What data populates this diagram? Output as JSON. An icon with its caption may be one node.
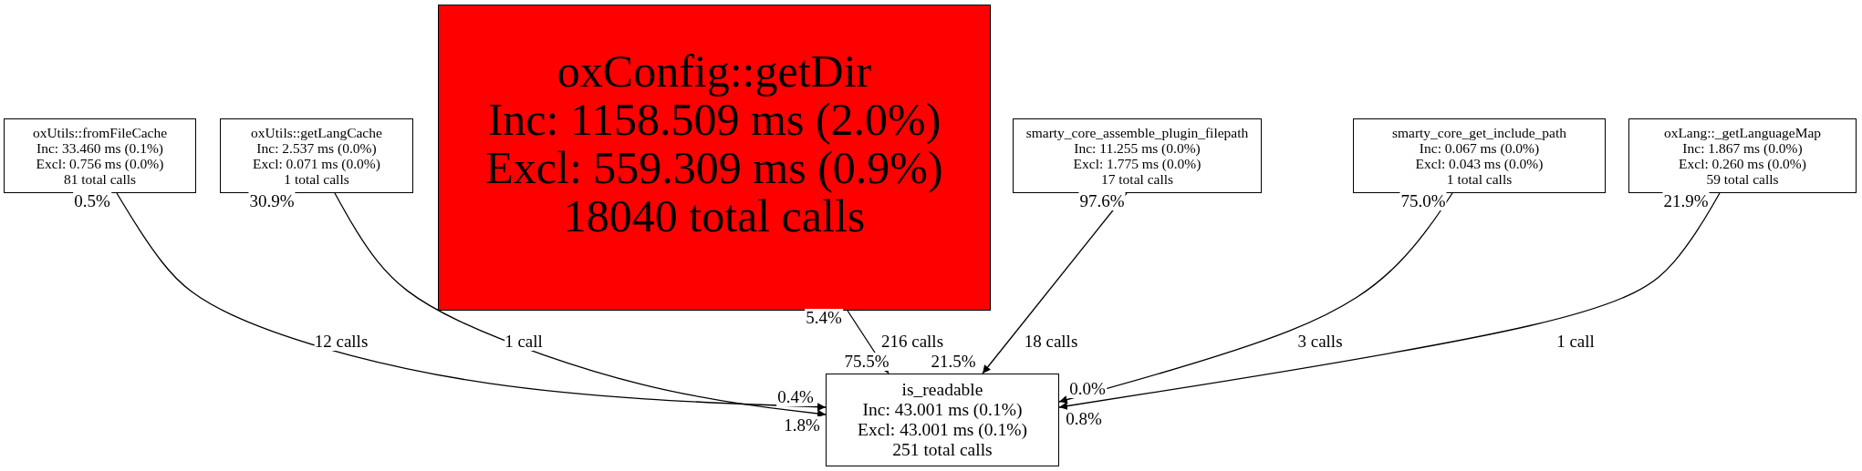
{
  "diagram": {
    "nodes": [
      {
        "text": [
          "oxUtils::fromFileCache",
          "Inc: 33.460 ms (0.1%)",
          "Excl: 0.756 ms (0.0%)",
          "81 total calls"
        ]
      },
      {
        "text": [
          "oxUtils::getLangCache",
          "Inc: 2.537 ms (0.0%)",
          "Excl: 0.071 ms (0.0%)",
          "1 total calls"
        ]
      },
      {
        "text": [
          "oxConfig::getDir",
          "Inc: 1158.509 ms (2.0%)",
          "Excl: 559.309 ms (0.9%)",
          "18040 total calls"
        ]
      },
      {
        "text": [
          "smarty_core_assemble_plugin_filepath",
          "Inc: 11.255 ms (0.0%)",
          "Excl: 1.775 ms (0.0%)",
          "17 total calls"
        ]
      },
      {
        "text": [
          "smarty_core_get_include_path",
          "Inc: 0.067 ms (0.0%)",
          "Excl: 0.043 ms (0.0%)",
          "1 total calls"
        ]
      },
      {
        "text": [
          "oxLang::_getLanguageMap",
          "Inc: 1.867 ms (0.0%)",
          "Excl: 0.260 ms (0.0%)",
          "59 total calls"
        ]
      },
      {
        "text": [
          "is_readable",
          "Inc: 43.001 ms (0.1%)",
          "Excl: 43.001 ms (0.1%)",
          "251 total calls"
        ]
      }
    ],
    "edges": [
      {
        "from": 0,
        "to": 6,
        "arrow": "to",
        "label": "12 calls"
      },
      {
        "from": 1,
        "to": 6,
        "arrow": "to",
        "label": "1 call"
      },
      {
        "from": 2,
        "to": 6,
        "arrow": "to",
        "label": "216 calls"
      },
      {
        "from": 3,
        "to": 6,
        "arrow": "to",
        "label": "18 calls"
      },
      {
        "from": 4,
        "to": 6,
        "arrow": "to",
        "label": "3 calls"
      },
      {
        "from": 5,
        "to": 6,
        "arrow": "to",
        "label": "1 call"
      }
    ],
    "labels": [
      "0.5%",
      "30.9%",
      "97.6%",
      "75.0%",
      "21.9%",
      "5.4%",
      "75.5%",
      "21.5%",
      "0.0%",
      "0.4%",
      "0.8%",
      "1.8%"
    ]
  }
}
